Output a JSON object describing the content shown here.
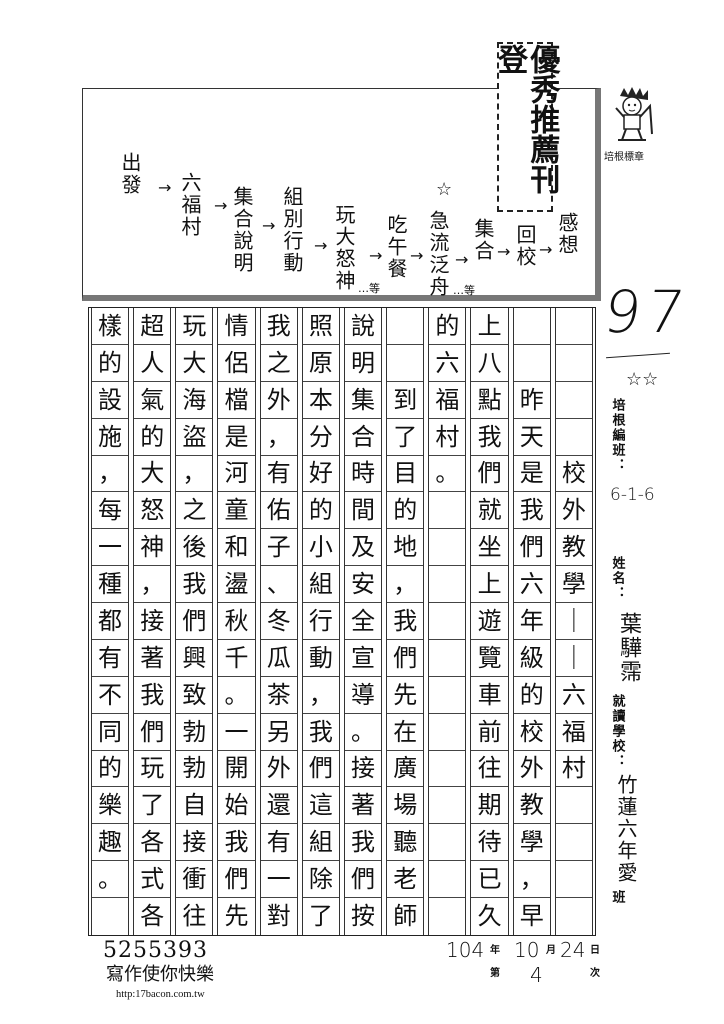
{
  "stamp": {
    "text": "優秀推薦刊登"
  },
  "mascot": {
    "label": "培根標章"
  },
  "outline": {
    "steps": [
      "出發",
      "六福村",
      "集合說明",
      "組別行動",
      "玩大怒神",
      "吃午餐",
      "急流泛舟",
      "集合",
      "回校",
      "感想"
    ],
    "etc": "…等",
    "star": "☆",
    "arrow": "→"
  },
  "score": {
    "value": "97",
    "stars": "☆☆"
  },
  "class_info": {
    "label": "培根編班：",
    "value": "6-1-6"
  },
  "student": {
    "name_label": "姓名：",
    "name": "葉驊霈",
    "school_label": "就讀學校：",
    "school_value": "竹蓮六年愛",
    "school_suffix": "班"
  },
  "essay": {
    "columns": [
      [
        "",
        "",
        "",
        "",
        "校",
        "外",
        "教",
        "學",
        "｜",
        "｜",
        "六",
        "福",
        "村",
        "",
        "",
        "",
        ""
      ],
      [
        "",
        "",
        "昨",
        "天",
        "是",
        "我",
        "們",
        "六",
        "年",
        "級",
        "的",
        "校",
        "外",
        "教",
        "學",
        "，",
        "早"
      ],
      [
        "上",
        "八",
        "點",
        "我",
        "們",
        "就",
        "坐",
        "上",
        "遊",
        "覽",
        "車",
        "前",
        "往",
        "期",
        "待",
        "已",
        "久"
      ],
      [
        "的",
        "六",
        "福",
        "村",
        "。",
        "",
        "",
        "",
        "",
        "",
        "",
        "",
        "",
        "",
        "",
        "",
        ""
      ],
      [
        "",
        "",
        "到",
        "了",
        "目",
        "的",
        "地",
        "，",
        "我",
        "們",
        "先",
        "在",
        "廣",
        "場",
        "聽",
        "老",
        "師"
      ],
      [
        "說",
        "明",
        "集",
        "合",
        "時",
        "間",
        "及",
        "安",
        "全",
        "宣",
        "導",
        "。",
        "接",
        "著",
        "我",
        "們",
        "按"
      ],
      [
        "照",
        "原",
        "本",
        "分",
        "好",
        "的",
        "小",
        "組",
        "行",
        "動",
        "，",
        "我",
        "們",
        "這",
        "組",
        "除",
        "了"
      ],
      [
        "我",
        "之",
        "外",
        "，",
        "有",
        "佑",
        "子",
        "、",
        "冬",
        "瓜",
        "茶",
        "另",
        "外",
        "還",
        "有",
        "一",
        "對"
      ],
      [
        "情",
        "侶",
        "檔",
        "是",
        "河",
        "童",
        "和",
        "盪",
        "秋",
        "千",
        "。",
        "一",
        "開",
        "始",
        "我",
        "們",
        "先"
      ],
      [
        "玩",
        "大",
        "海",
        "盜",
        "，",
        "之",
        "後",
        "我",
        "們",
        "興",
        "致",
        "勃",
        "勃",
        "自",
        "接",
        "衝",
        "往"
      ],
      [
        "超",
        "人",
        "氣",
        "的",
        "大",
        "怒",
        "神",
        "，",
        "接",
        "著",
        "我",
        "們",
        "玩",
        "了",
        "各",
        "式",
        "各"
      ],
      [
        "樣",
        "的",
        "設",
        "施",
        "，",
        "每",
        "一",
        "種",
        "都",
        "有",
        "不",
        "同",
        "的",
        "樂",
        "趣",
        "。",
        ""
      ]
    ]
  },
  "footer": {
    "number": "5255393",
    "slogan": "寫作使你快樂",
    "url": "http:17bacon.com.tw",
    "year": "104",
    "year_label": "年",
    "month": "10",
    "month_label": "月",
    "day": "24",
    "day_label": "日",
    "count_prefix": "第",
    "count": "4",
    "count_suffix": "次"
  }
}
